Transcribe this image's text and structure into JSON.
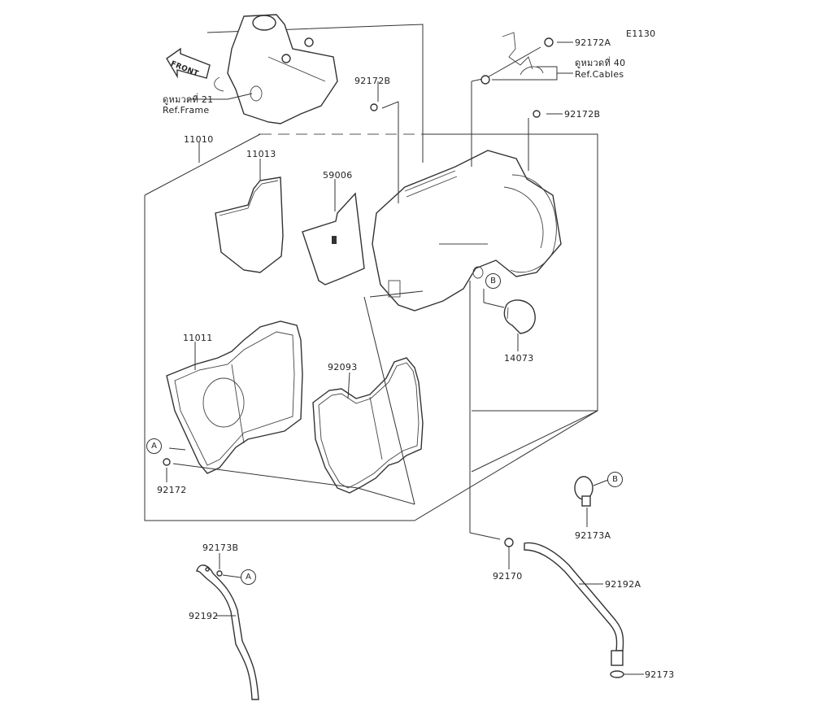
{
  "diagram": {
    "code": "E1130",
    "front_label": "FRONT",
    "references": {
      "frame": {
        "thai": "ดูหมวดที่ 21",
        "english": "Ref.Frame"
      },
      "cables": {
        "thai": "ดูหมวดที่ 40",
        "english": "Ref.Cables"
      }
    },
    "callouts": {
      "a": "A",
      "b": "B"
    },
    "parts": {
      "p11010": "11010",
      "p11013": "11013",
      "p59006": "59006",
      "p11011": "11011",
      "p92093": "92093",
      "p92172": "92172",
      "p92172a": "92172A",
      "p92172b_top": "92172B",
      "p92172b_right": "92172B",
      "p14073": "14073",
      "p92173a": "92173A",
      "p92170": "92170",
      "p92192a": "92192A",
      "p92173": "92173",
      "p92173b": "92173B",
      "p92192": "92192"
    }
  }
}
